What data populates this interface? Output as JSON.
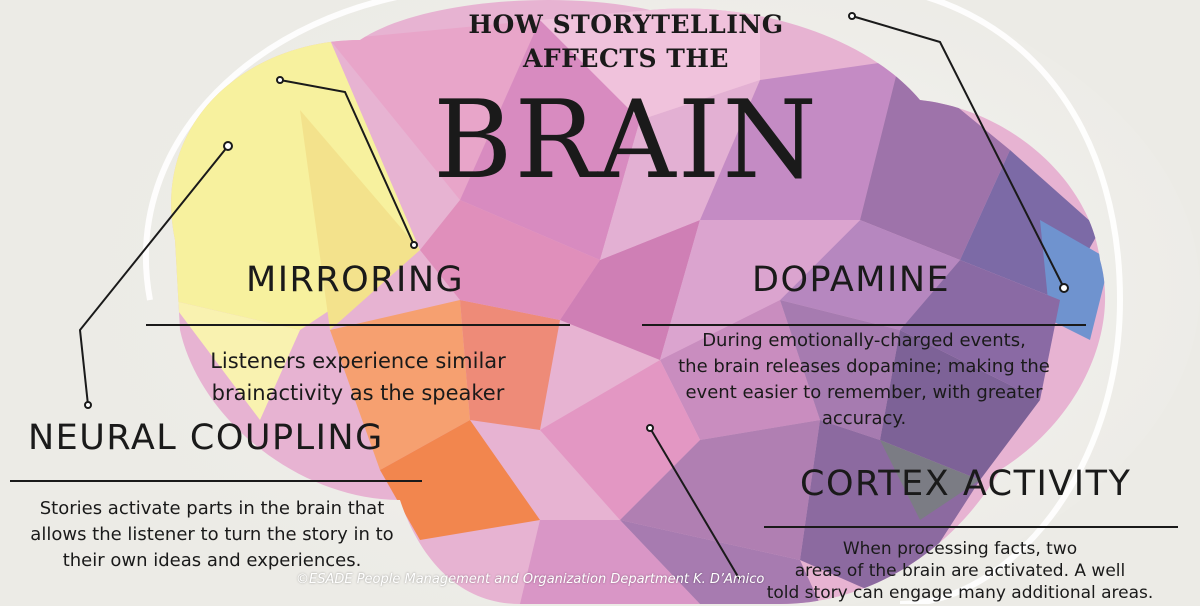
{
  "title": {
    "line1": "HOW STORYTELLING",
    "line2": "AFFECTS THE",
    "main": "BRAIN"
  },
  "sections": {
    "mirroring": {
      "heading": "MIRRORING",
      "line1": "Listeners experience similar",
      "line2": "brainactivity as the speaker"
    },
    "dopamine": {
      "heading": "DOPAMINE",
      "line1": "During emotionally-charged events,",
      "line2": "the brain releases dopamine; making the",
      "line3": "event easier to remember, with greater",
      "line4": "accuracy."
    },
    "neural_coupling": {
      "heading": "NEURAL COUPLING",
      "line1": "Stories activate parts in the brain that",
      "line2": "allows the listener to turn the story in to",
      "line3": "their own ideas and experiences."
    },
    "cortex_activity": {
      "heading": "CORTEX ACTIVITY",
      "line1": "When processing facts, two",
      "line2": "areas of the brain are activated. A well",
      "line3": "told story can engage many additional areas."
    }
  },
  "credit": "©ESADE People Management and Organization Department K. D’Amico",
  "colors": {
    "text": "#1a1a1a",
    "background": "#ecebe6",
    "pink": "#e2a3c8",
    "yellow": "#f6ee9a",
    "orange": "#f2935b",
    "purple": "#9b6fa8",
    "blue": "#6f93cf"
  }
}
